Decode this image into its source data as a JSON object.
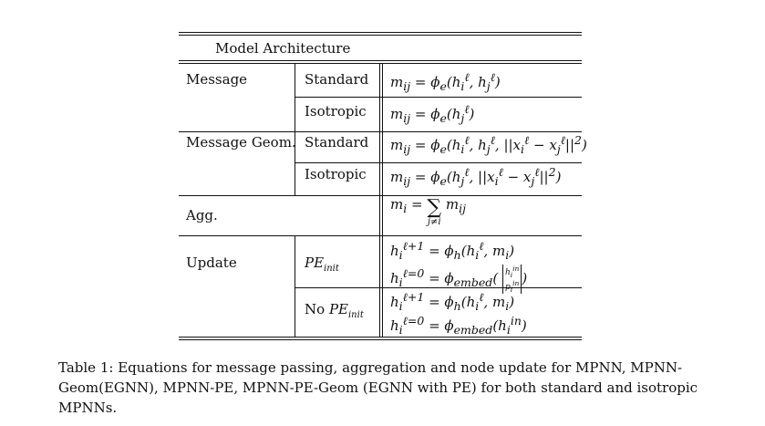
{
  "table": {
    "header": "Model Architecture",
    "rows": [
      {
        "group": "Message",
        "sub": "Standard",
        "eq": "m_ij = φ_e(h_i^ℓ, h_j^ℓ)"
      },
      {
        "group": "",
        "sub": "Isotropic",
        "eq": "m_ij = φ_e(h_j^ℓ)"
      },
      {
        "group": "Message Geom.",
        "sub": "Standard",
        "eq": "m_ij = φ_e(h_i^ℓ, h_j^ℓ, ||x_i^ℓ − x_j^ℓ||²)"
      },
      {
        "group": "",
        "sub": "Isotropic",
        "eq": "m_ij = φ_e(h_j^ℓ, ||x_i^ℓ − x_j^ℓ||²)"
      },
      {
        "group": "Agg.",
        "sub": "",
        "eq": "m_i = Σ_{j≠i} m_ij"
      },
      {
        "group": "Update",
        "sub": "PE_init",
        "eq1": "h_i^{ℓ+1} = φ_h(h_i^ℓ, m_i)",
        "eq2": "h_i^{ℓ=0} = φ_embed([h_i^in ; p_i^in])"
      },
      {
        "group": "",
        "sub": "No PE_init",
        "eq1": "h_i^{ℓ+1} = φ_h(h_i^ℓ, m_i)",
        "eq2": "h_i^{ℓ=0} = φ_embed(h_i^in)"
      }
    ]
  },
  "caption": "Table 1: Equations for message passing, aggregation and node update for MPNN, MPNN-Geom(EGNN), MPNN-PE, MPNN-PE-Geom (EGNN with PE) for both standard and isotropic MPNNs."
}
